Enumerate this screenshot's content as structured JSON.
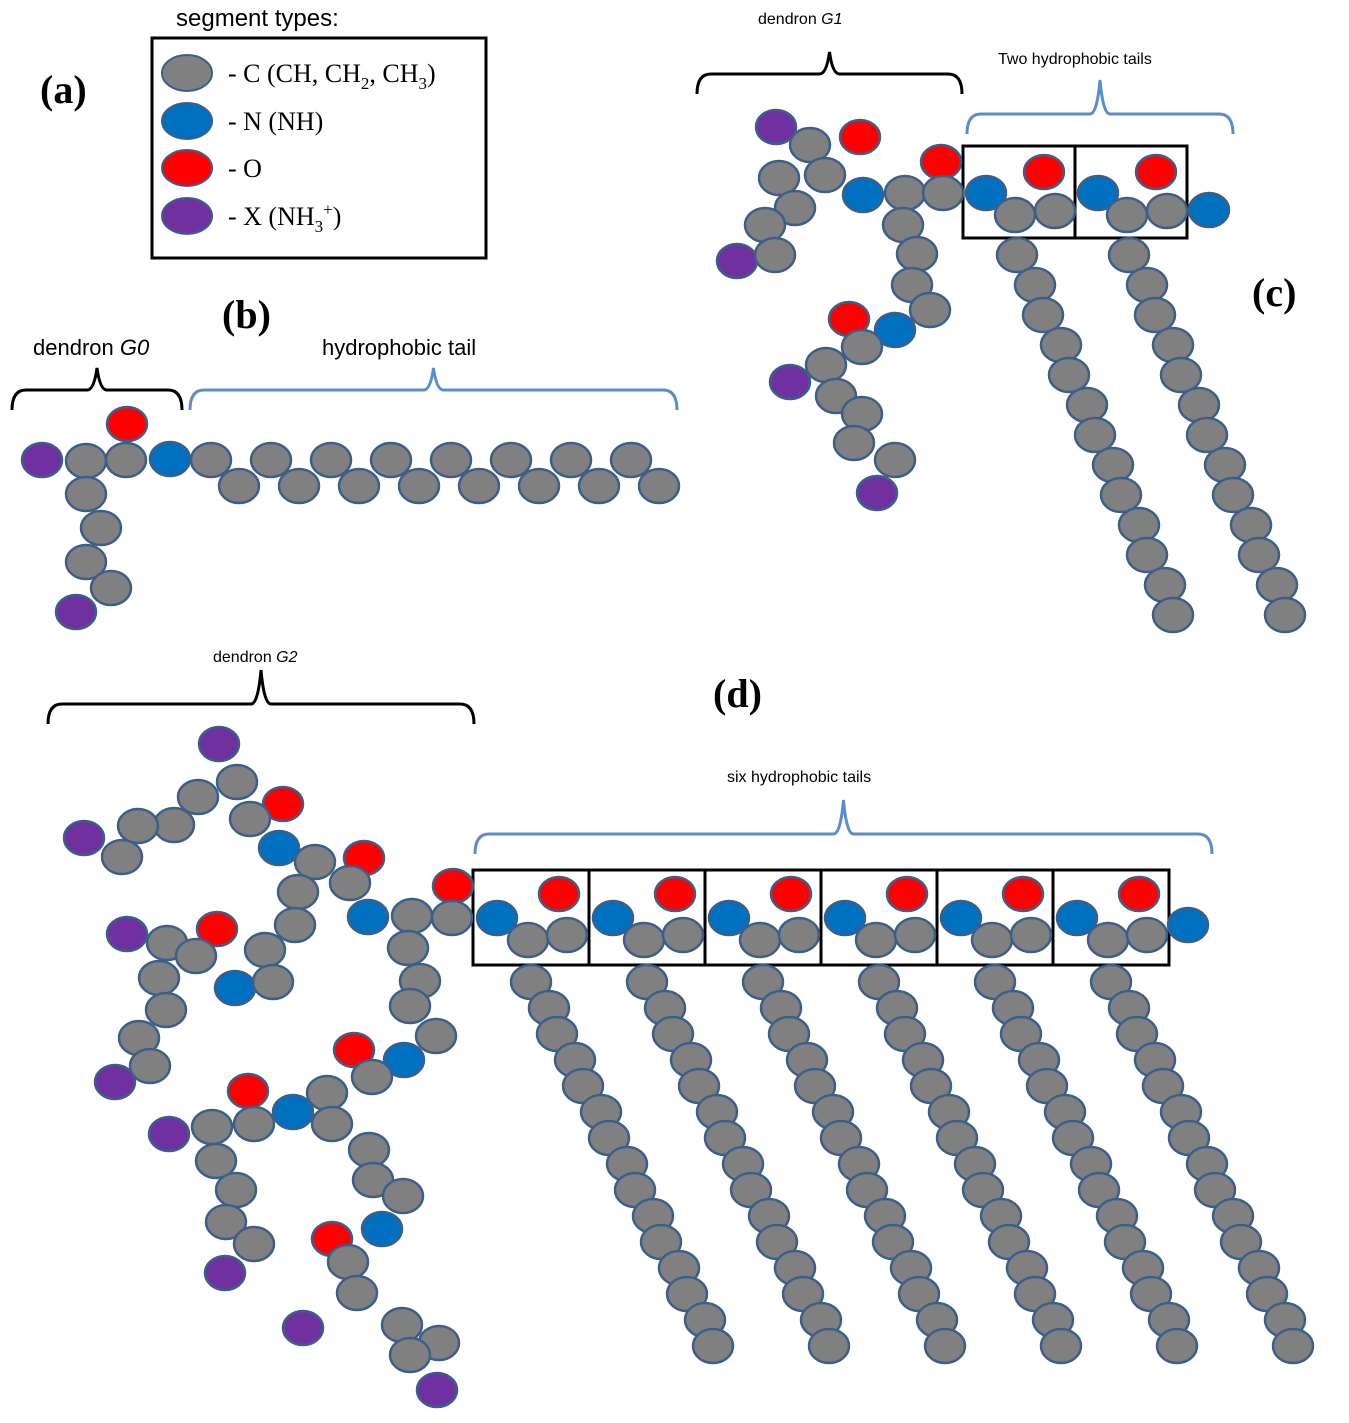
{
  "colors": {
    "C": "#808080",
    "N": "#0070c0",
    "O": "#ff0000",
    "X": "#7030a0",
    "outline": "#3b5f8a",
    "tail_brace": "#5b8ec9",
    "dendron_brace": "#000000"
  },
  "legend": {
    "title": "segment types:",
    "items": [
      {
        "type": "C",
        "base": "- C (CH, CH",
        "sub1": "2",
        "mid": ", CH",
        "sub2": "3",
        "end": ")"
      },
      {
        "type": "N",
        "label": "- N (NH)"
      },
      {
        "type": "O",
        "label": "- O"
      },
      {
        "type": "X",
        "base": "- X (NH",
        "sub1": "3",
        "sup": "+",
        "end": ")"
      }
    ]
  },
  "panels": {
    "a": {
      "letter": "(a)"
    },
    "b": {
      "letter": "(b)",
      "dendron_label": "dendron ",
      "dendron_gen": "G0",
      "tail_label": "hydrophobic tail"
    },
    "c": {
      "letter": "(c)",
      "dendron_label": "dendron ",
      "dendron_gen": "G1",
      "tail_label": "Two hydrophobic tails",
      "tail_count": 2
    },
    "d": {
      "letter": "(d)",
      "dendron_label": "dendron ",
      "dendron_gen": "G2",
      "tail_label": "six hydrophobic tails",
      "tail_count": 6
    }
  }
}
